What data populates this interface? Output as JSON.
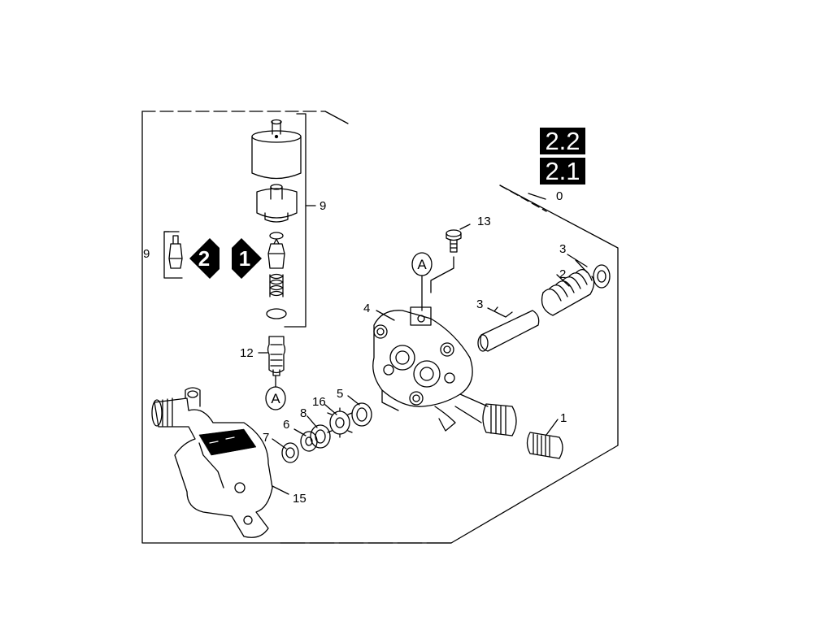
{
  "badges": {
    "top": "2.2",
    "bottom": "2.1"
  },
  "arrows": {
    "left": "2",
    "right": "1"
  },
  "connector": "A",
  "callouts": {
    "c0": "0",
    "c1": "1",
    "c2": "2",
    "c3a": "3",
    "c3b": "3",
    "c4": "4",
    "c5": "5",
    "c6": "6",
    "c7": "7",
    "c8": "8",
    "c9a": "9",
    "c9b": "9",
    "c12": "12",
    "c13": "13",
    "c15": "15",
    "c16": "16"
  }
}
